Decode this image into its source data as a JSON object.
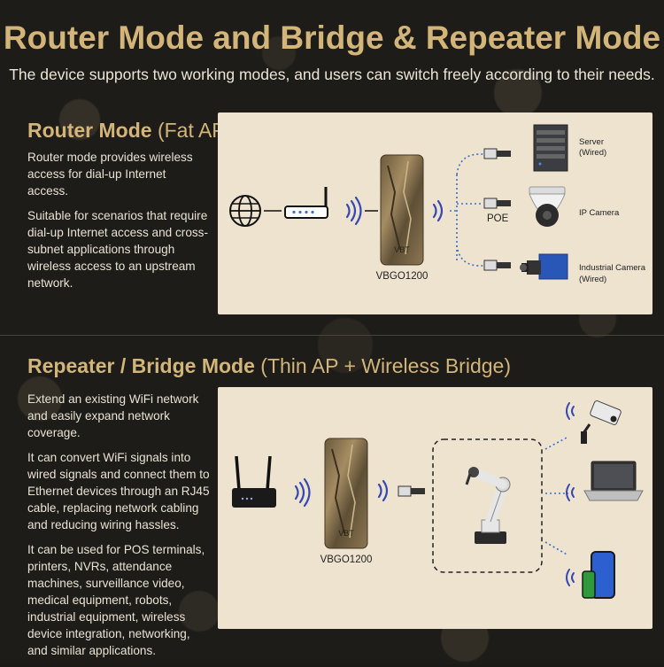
{
  "title": "Router Mode and Bridge & Repeater Mode",
  "subtitle": "The device supports two working modes, and users can switch freely according to their needs.",
  "router_mode": {
    "heading": "Router Mode",
    "heading_paren": "(Fat AP)",
    "paragraphs": [
      "Router mode provides wireless access for dial-up Internet access.",
      "Suitable for scenarios that require dial-up Internet access and cross-subnet applications through wireless access to an upstream network."
    ],
    "device_label": "VBGO1200",
    "poe_label": "POE",
    "endpoints": [
      {
        "label": "Server",
        "sub": "(Wired)",
        "icon": "server-icon"
      },
      {
        "label": "IP Camera",
        "sub": "",
        "icon": "ip-camera-icon"
      },
      {
        "label": "Industrial Camera",
        "sub": "(Wired)",
        "icon": "industrial-camera-icon"
      }
    ]
  },
  "repeater_mode": {
    "heading": "Repeater / Bridge Mode",
    "heading_paren": "(Thin AP + Wireless Bridge)",
    "paragraphs": [
      "Extend an existing WiFi network and easily expand network coverage.",
      "It can convert WiFi signals into wired signals and connect them to Ethernet devices through an RJ45 cable, replacing network cabling and reducing wiring hassles.",
      "It can be used for POS terminals, printers, NVRs, attendance machines, surveillance video, medical equipment, robots, industrial equipment, wireless device integration, networking, and similar applications."
    ],
    "device_label": "VBGO1200"
  },
  "colors": {
    "gold": "#d3b57a",
    "panel": "#ede3cf",
    "link": "#3b6fd1"
  }
}
